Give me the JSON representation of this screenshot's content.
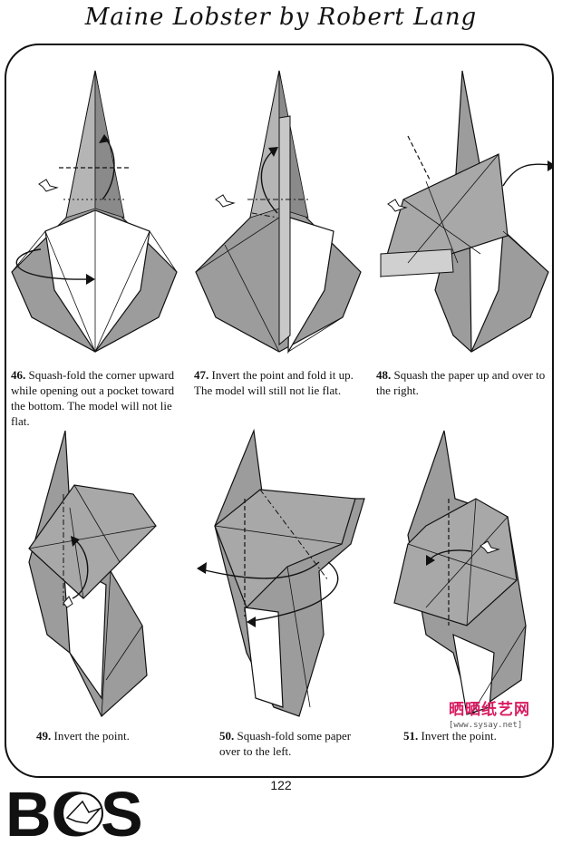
{
  "header": {
    "title": "Maine Lobster by Robert Lang"
  },
  "steps": [
    {
      "number": "46.",
      "text": "Squash-fold the corner upward while opening out a pocket toward the bottom. The model will not lie flat."
    },
    {
      "number": "47.",
      "text": "Invert the point and fold it up. The model will still not lie flat."
    },
    {
      "number": "48.",
      "text": "Squash the paper up and over to the right."
    },
    {
      "number": "49.",
      "text": "Invert the point."
    },
    {
      "number": "50.",
      "text": "Squash-fold some paper over to the left."
    },
    {
      "number": "51.",
      "text": "Invert the point."
    }
  ],
  "footer": {
    "page_number": "122",
    "logo_text": "BOS"
  },
  "watermark": {
    "cn": "晒晒纸艺网",
    "url": "[www.sysay.net]"
  },
  "colors": {
    "paper_gray": "#9c9c9c",
    "paper_light": "#ffffff",
    "line": "#111111",
    "watermark": "#d81b60"
  }
}
